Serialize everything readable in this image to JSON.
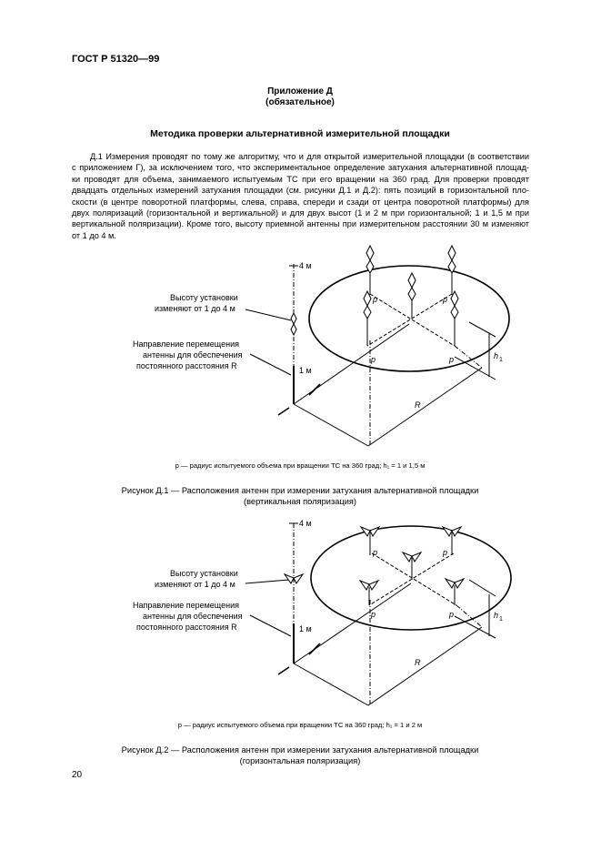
{
  "header": {
    "doc_code": "ГОСТ Р 51320—99"
  },
  "appendix": {
    "title": "Приложение Д",
    "status": "(обязательное)"
  },
  "section_title": "Методика проверки альтернативной измерительной площадки",
  "paragraph_lines": [
    "Д.1 Измерения проводят по тому же алгоритму, что и для открытой измерительной площадки (в соответствии",
    "с приложением Г), за исключением того, что экспериментальное определение затухания альтернативной площад-",
    "ки проводят для объема, занимаемого испытуемым ТС при его вращении на 360 град. Для проверки проводят",
    "двадцать отдельных измерений затухания площадки (см. рисунки Д.1 и Д.2): пять позиций в горизонтальной пло-",
    "скости (в центре поворотной платформы, слева, справа, спереди и сзади от центра поворотной платформы) для",
    "двух поляризаций (горизонтальной и вертикальной) и для двух высот (1 и 2 м при горизонтальной; 1 и 1,5 м при",
    "вертикальной поляризации). Кроме того, высоту приемной антенны при измерительном расстоянии 30 м изменяют",
    "от 1 до 4 м."
  ],
  "figure1": {
    "labels": {
      "top_height": "4 м",
      "bottom_height": "1 м",
      "height_note": [
        "Высоту установки",
        "изменяют от 1 до 4 м"
      ],
      "direction_note": [
        "Направление перемещения",
        "антенны для обеспечения",
        "постоянного расстояния R"
      ],
      "p": "p",
      "h1": "h",
      "h1_sub": "1",
      "R": "R"
    },
    "legend": "p — радиус испытуемого объема при вращении ТС на 360 град; h₁ = 1 и 1,5 м",
    "title": [
      "Рисунок Д.1 — Расположения антенн при измерении затухания альтернативной площадки",
      "(вертикальная поляризация)"
    ]
  },
  "figure2": {
    "labels": {
      "top_height": "4 м",
      "bottom_height": "1 м",
      "height_note": [
        "Высоту установки",
        "изменяют от 1 до 4 м"
      ],
      "direction_note": [
        "Направление перемещения",
        "антенны для обеспечения",
        "постоянного расстояния R"
      ],
      "p": "p",
      "h1": "h",
      "h1_sub": "1",
      "R": "R"
    },
    "legend": "p — радиус испытуемого объема при вращении ТС на 360 град; h₁ = 1 и 2 м",
    "title": [
      "Рисунок Д.2 — Расположения антенн при измерении затухания альтернативной площадки",
      "(горизонтальная поляризация)"
    ]
  },
  "page_number": "20"
}
